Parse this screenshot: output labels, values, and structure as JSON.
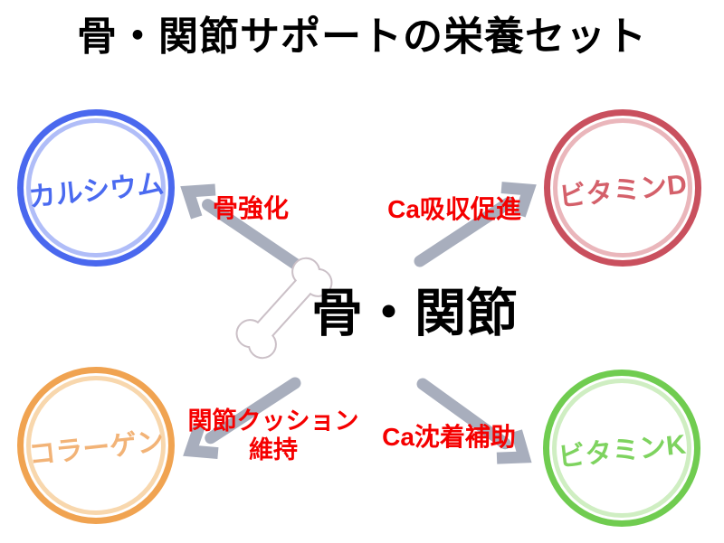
{
  "title": "骨・関節サポートの栄養セット",
  "center": {
    "label": "骨・関節",
    "icon": "bone-icon"
  },
  "nodes": [
    {
      "id": "calcium",
      "label": "カルシウム",
      "ring_outer": "#4a68ee",
      "ring_inner": "#b0bdf8",
      "text_color": "#4a6af0",
      "position": "top-left"
    },
    {
      "id": "vitamin-d",
      "label": "ビタミンD",
      "ring_outer": "#c9505e",
      "ring_inner": "#eab6bb",
      "text_color": "#d4606a",
      "position": "top-right"
    },
    {
      "id": "collagen",
      "label": "コラーゲン",
      "ring_outer": "#f0a351",
      "ring_inner": "#f8d7ad",
      "text_color": "#f2b377",
      "position": "bottom-left"
    },
    {
      "id": "vitamin-k",
      "label": "ビタミンK",
      "ring_outer": "#70cc50",
      "ring_inner": "#cfeec2",
      "text_color": "#7ed35f",
      "position": "bottom-right"
    }
  ],
  "arrows": [
    {
      "id": "bone-strengthening",
      "label": "骨強化",
      "from": "center",
      "to": "calcium"
    },
    {
      "id": "ca-absorption",
      "label": "Ca吸収促進",
      "from": "center",
      "to": "vitamin-d"
    },
    {
      "id": "joint-cushion",
      "label": "関節クッション\n維持",
      "from": "center",
      "to": "collagen"
    },
    {
      "id": "ca-deposition",
      "label": "Ca沈着補助",
      "from": "center",
      "to": "vitamin-k"
    }
  ],
  "colors": {
    "title_text": "#000000",
    "center_text": "#000000",
    "arrow": "#a8aebd",
    "relation_label": "#f50000",
    "bone_outline": "#cbc0c7",
    "bone_fill": "#ffffff",
    "background": "#ffffff"
  }
}
